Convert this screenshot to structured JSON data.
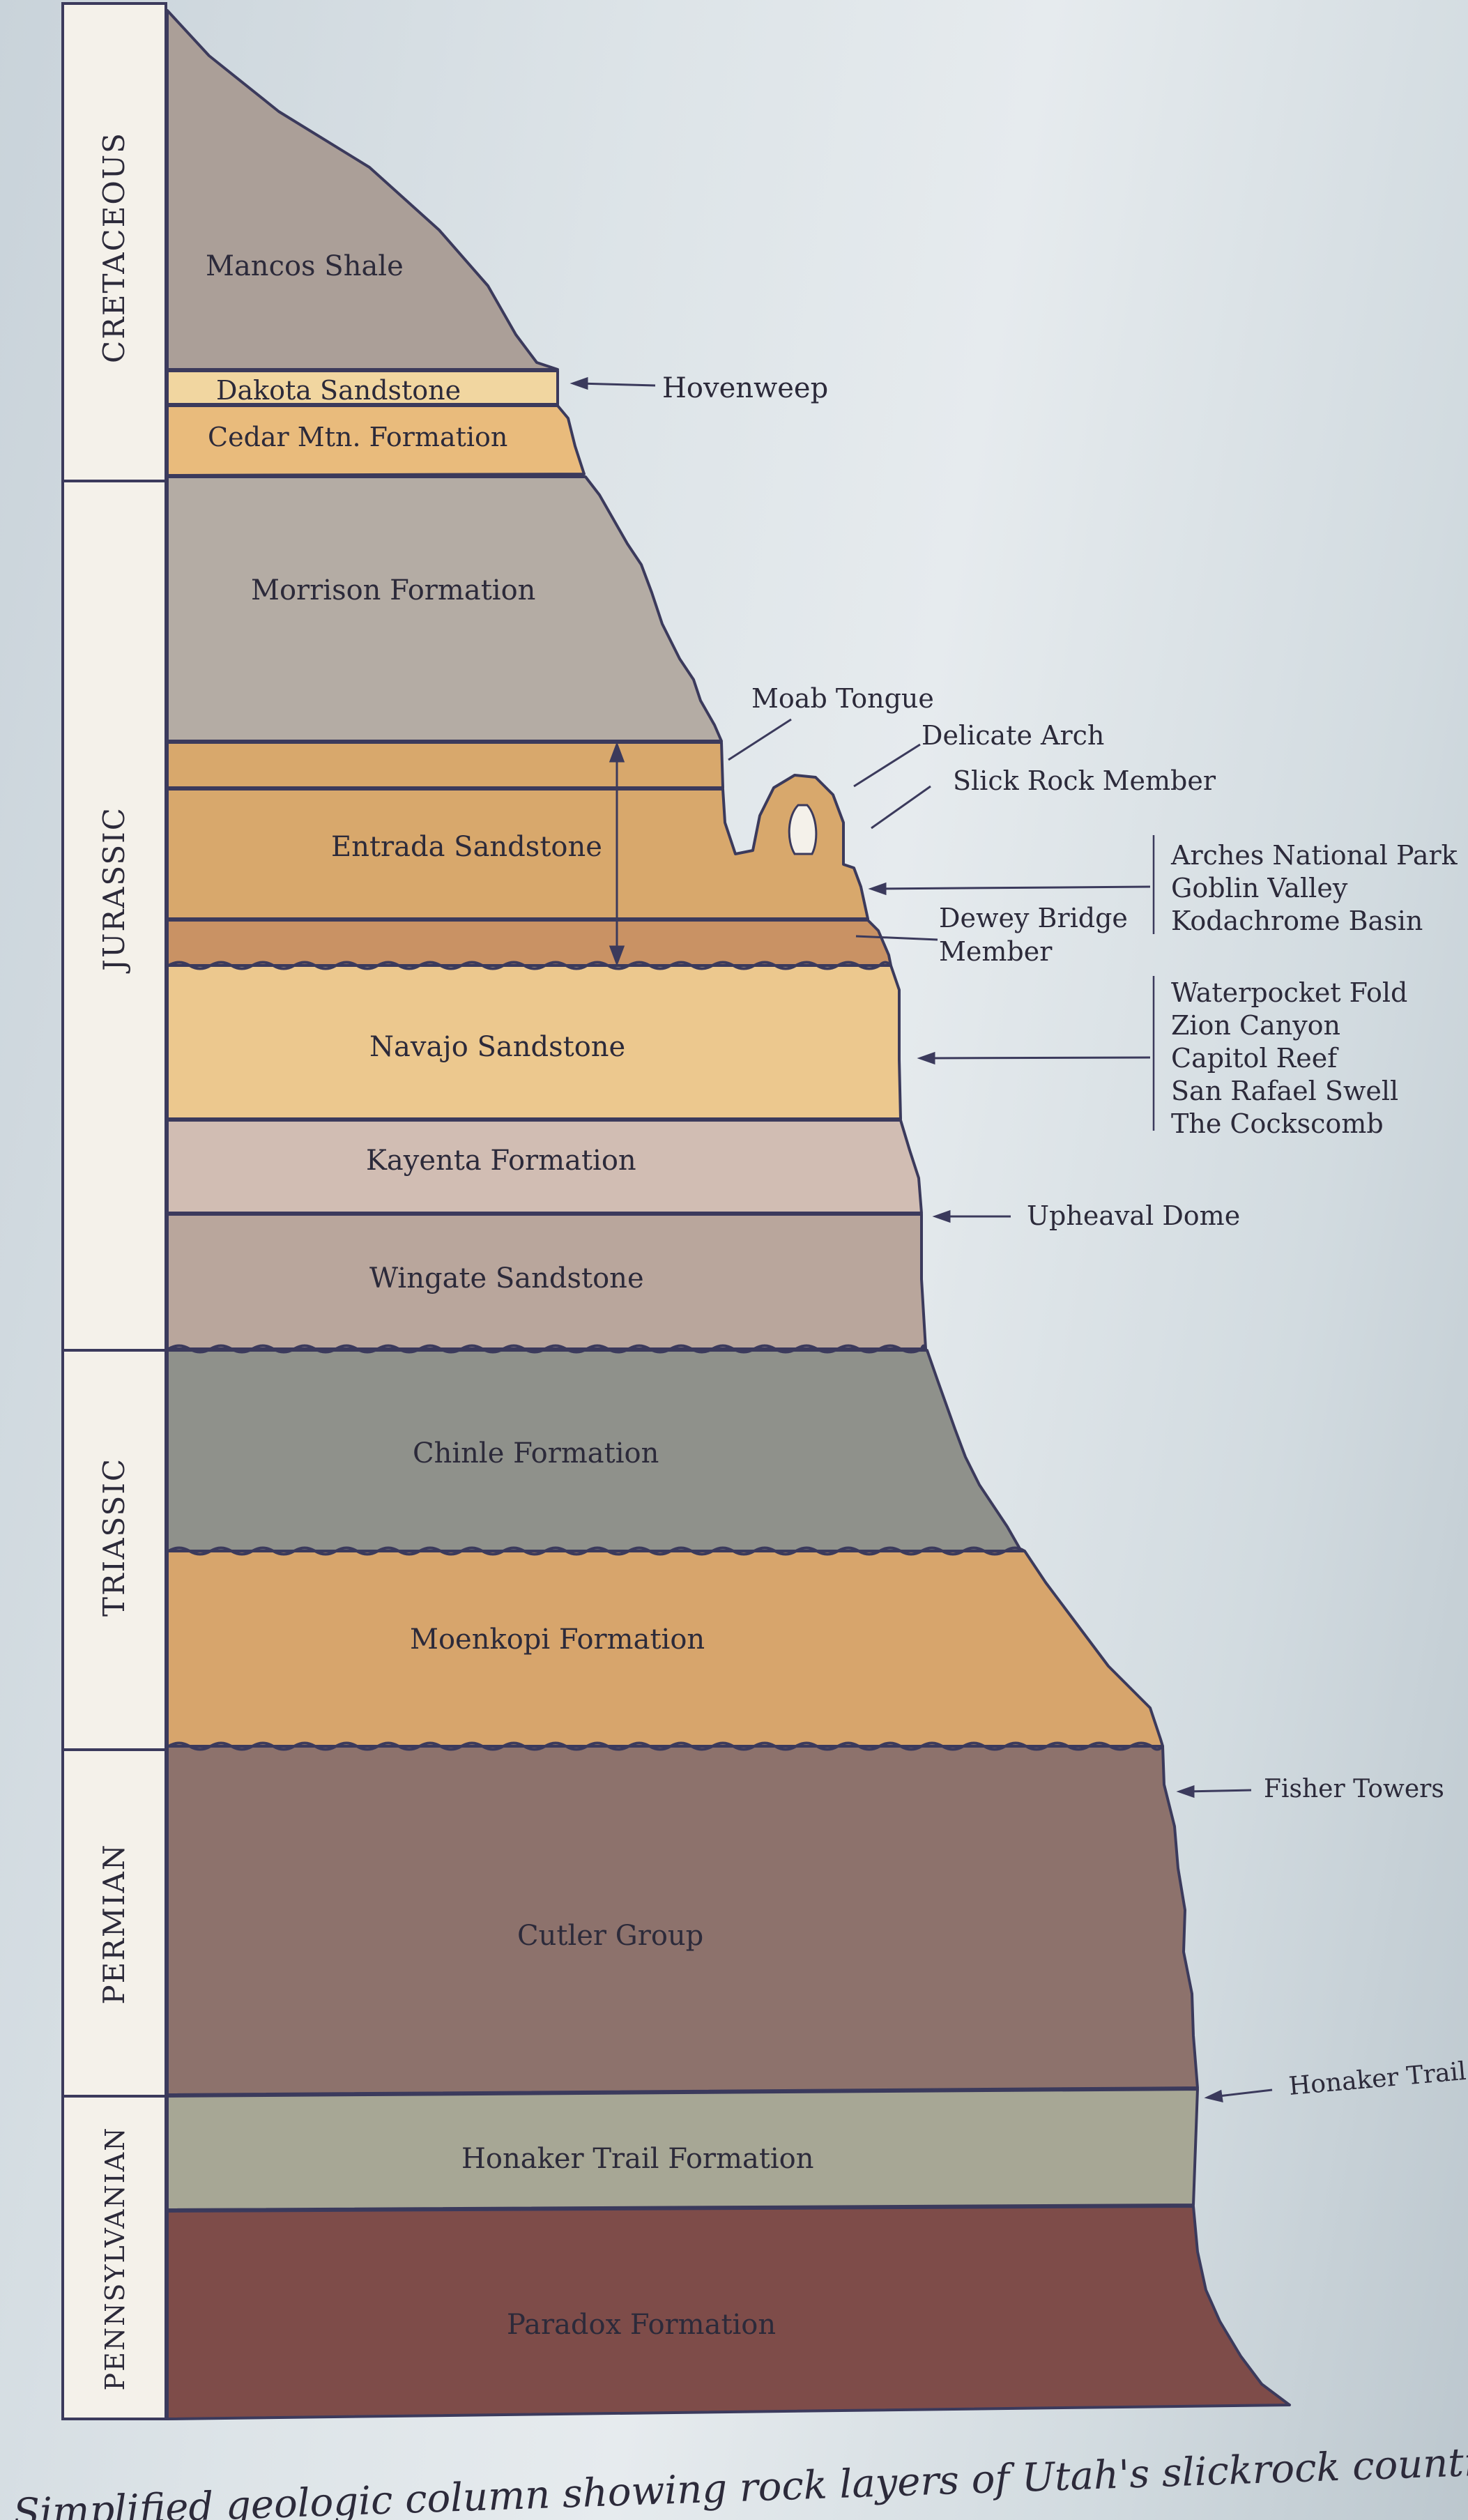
{
  "periods": [
    "CRETACEOUS",
    "JURASSIC",
    "TRIASSIC",
    "PERMIAN",
    "PENNSYLVANIAN"
  ],
  "formations": [
    "Mancos Shale",
    "Dakota Sandstone",
    "Cedar Mtn. Formation",
    "Morrison Formation",
    "Entrada Sandstone",
    "Navajo Sandstone",
    "Kayenta Formation",
    "Wingate Sandstone",
    "Chinle Formation",
    "Moenkopi Formation",
    "Cutler Group",
    "Honaker Trail Formation",
    "Paradox Formation"
  ],
  "callouts": {
    "hovenweep": "Hovenweep",
    "moab_tongue": "Moab Tongue",
    "delicate_arch": "Delicate Arch",
    "slick_rock_member": "Slick Rock Member",
    "dewey_bridge_line1": "Dewey Bridge",
    "dewey_bridge_line2": "Member",
    "entrada_sites": [
      "Arches National Park",
      "Goblin Valley",
      "Kodachrome Basin"
    ],
    "navajo_sites": [
      "Waterpocket Fold",
      "Zion Canyon",
      "Capitol Reef",
      "San Rafael Swell",
      "The Cockscomb"
    ],
    "upheaval_dome": "Upheaval Dome",
    "fisher_towers": "Fisher Towers",
    "honaker_trail": "Honaker Trail"
  },
  "caption": "Simplified geologic column showing rock layers of Utah's slickrock country",
  "colors": {
    "mancos": "#ab9f98",
    "dakota": "#f1d6a0",
    "cedar": "#e9bb7c",
    "morrison": "#b4aca4",
    "entrada": "#d8a86c",
    "dewey": "#c99264",
    "navajo": "#ecc88e",
    "kayenta": "#d1bdb3",
    "wingate": "#b9a69c",
    "chinle": "#8f918b",
    "moenkopi": "#d7a56c",
    "cutler": "#8d726c",
    "honaker": "#a7a795",
    "paradox": "#7e4c49",
    "outline": "#3b3a5c"
  }
}
